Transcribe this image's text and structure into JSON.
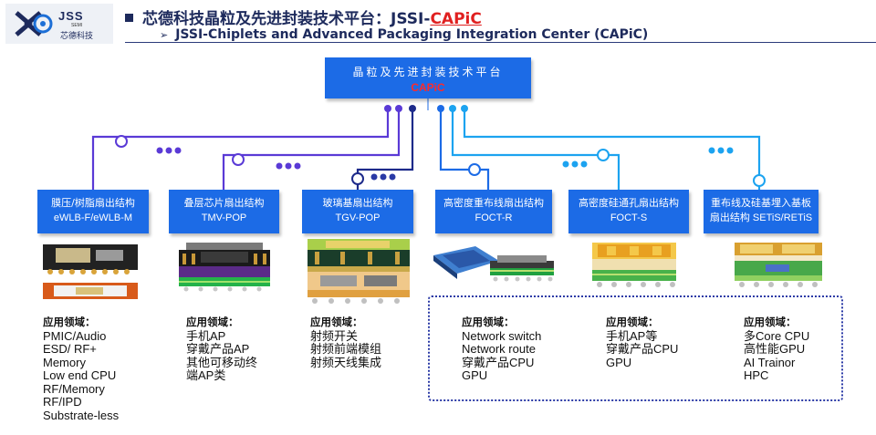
{
  "logo": {
    "brand": "JSS",
    "tagline": "SEMI",
    "company_cn": "芯德科技",
    "icon": "jss-logo-icon"
  },
  "header": {
    "title_prefix": "芯德科技晶粒及先进封装技术平台：JSSI-",
    "title_highlight": "CAPiC",
    "subtitle": "JSSI-Chiplets and Advanced Packaging Integration Center (CAPiC)"
  },
  "center": {
    "line1": "晶粒及先进封装技术平台",
    "line2": "CAPiC"
  },
  "colors": {
    "box_blue": "#1c6be6",
    "accent_red": "#e02020",
    "purple": "#5a3ad6",
    "cyan": "#1ca3f0"
  },
  "categories": [
    {
      "line1": "膜压/树脂扇出结构",
      "line2": "eWLB-F/eWLB-M"
    },
    {
      "line1": "叠层芯片扇出结构",
      "line2": "TMV-POP"
    },
    {
      "line1": "玻璃基扇出结构",
      "line2": "TGV-POP"
    },
    {
      "line1": "高密度重布线扇出结构",
      "line2": "FOCT-R"
    },
    {
      "line1": "高密度硅通孔扇出结构",
      "line2": "FOCT-S"
    },
    {
      "line1": "重布线及硅基埋入基板",
      "line2": "扇出结构 SETiS/RETiS"
    }
  ],
  "applications": [
    {
      "heading": "应用领域：",
      "items": [
        "PMIC/Audio",
        "ESD/ RF+",
        "Memory",
        "Low end CPU",
        "RF/Memory",
        "RF/IPD",
        "Substrate-less"
      ]
    },
    {
      "heading": "应用领域：",
      "items": [
        "手机AP",
        "穿戴产品AP",
        "其他可移动终",
        "端AP类"
      ]
    },
    {
      "heading": "应用领域：",
      "items": [
        "射频开关",
        "射频前端模组",
        "射频天线集成"
      ]
    },
    {
      "heading": "应用领域：",
      "items": [
        "Network switch",
        "Network route",
        "穿戴产品CPU",
        "GPU"
      ]
    },
    {
      "heading": "应用领域：",
      "items": [
        "手机AP等",
        "穿戴产品CPU",
        "GPU"
      ]
    },
    {
      "heading": "应用领域：",
      "items": [
        "多Core CPU",
        "高性能GPU",
        "AI Trainor",
        "HPC"
      ]
    }
  ]
}
